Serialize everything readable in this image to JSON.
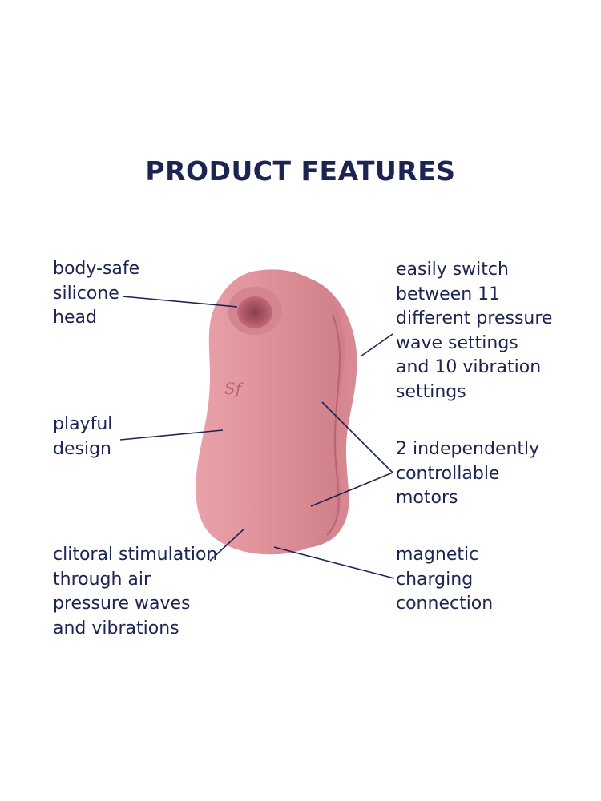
{
  "title": "PRODUCT FEATURES",
  "product_color": "#df8f98",
  "text_color": "#1c2452",
  "logo_text": "Sf",
  "features": {
    "silicone": [
      "body-safe",
      "silicone",
      "head"
    ],
    "playful": [
      "playful",
      "design"
    ],
    "clitoral": [
      "clitoral stimulation",
      "through air",
      "pressure waves",
      "and vibrations"
    ],
    "switch": [
      "easily switch",
      "between 11",
      "different pressure",
      "wave settings",
      "and 10 vibration",
      "settings"
    ],
    "motors": [
      "2 independently",
      "controllable",
      "motors"
    ],
    "charging": [
      "magnetic",
      "charging",
      "connection"
    ]
  }
}
